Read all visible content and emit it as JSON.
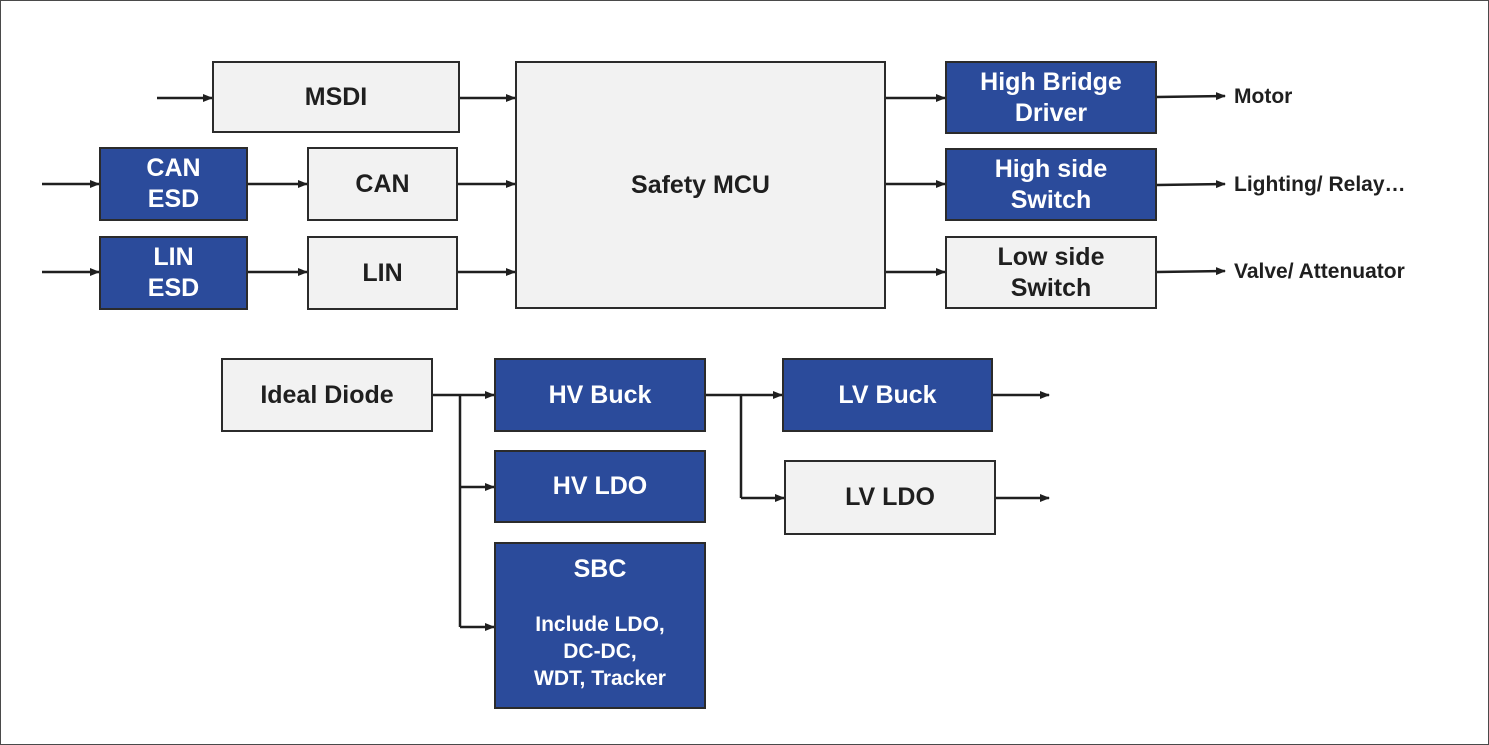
{
  "blocks": {
    "msdi": [
      "MSDI"
    ],
    "can_esd": [
      "CAN",
      "ESD"
    ],
    "can": [
      "CAN"
    ],
    "lin_esd": [
      "LIN",
      "ESD"
    ],
    "lin": [
      "LIN"
    ],
    "safety_mcu": [
      "Safety MCU"
    ],
    "high_bridge": [
      "High Bridge",
      "Driver"
    ],
    "high_side": [
      "High side",
      "Switch"
    ],
    "low_side": [
      "Low side",
      "Switch"
    ],
    "ideal_diode": [
      "Ideal Diode"
    ],
    "hv_buck": [
      "HV Buck"
    ],
    "hv_ldo": [
      "HV LDO"
    ],
    "sbc": {
      "title": "SBC",
      "details": [
        "Include LDO,",
        "DC-DC,",
        "WDT, Tracker"
      ]
    },
    "lv_buck": [
      "LV Buck"
    ],
    "lv_ldo": [
      "LV LDO"
    ]
  },
  "outputs": {
    "motor": "Motor",
    "lighting": "Lighting/ Relay…",
    "valve": "Valve/ Attenuator"
  },
  "colors": {
    "blue_block": "#2b4b9b",
    "grey_block": "#f2f2f2",
    "line": "#1f1f1f"
  }
}
